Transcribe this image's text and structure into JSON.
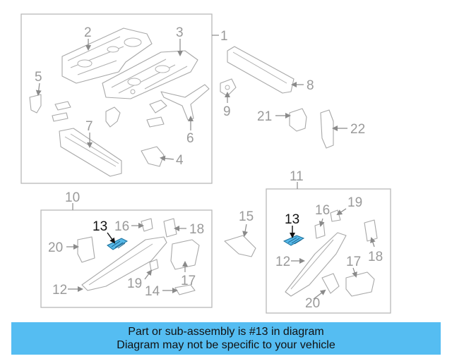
{
  "diagram": {
    "callouts": [
      {
        "id": "c1",
        "text": "1"
      },
      {
        "id": "c2",
        "text": "2"
      },
      {
        "id": "c3",
        "text": "3"
      },
      {
        "id": "c4",
        "text": "4"
      },
      {
        "id": "c5",
        "text": "5"
      },
      {
        "id": "c6",
        "text": "6"
      },
      {
        "id": "c7",
        "text": "7"
      },
      {
        "id": "c8",
        "text": "8"
      },
      {
        "id": "c9",
        "text": "9"
      },
      {
        "id": "c10",
        "text": "10"
      },
      {
        "id": "c11",
        "text": "11"
      },
      {
        "id": "c12a",
        "text": "12"
      },
      {
        "id": "c12b",
        "text": "12"
      },
      {
        "id": "c13a",
        "text": "13"
      },
      {
        "id": "c13b",
        "text": "13"
      },
      {
        "id": "c14",
        "text": "14"
      },
      {
        "id": "c15",
        "text": "15"
      },
      {
        "id": "c16a",
        "text": "16"
      },
      {
        "id": "c16b",
        "text": "16"
      },
      {
        "id": "c17a",
        "text": "17"
      },
      {
        "id": "c17b",
        "text": "17"
      },
      {
        "id": "c18a",
        "text": "18"
      },
      {
        "id": "c18b",
        "text": "18"
      },
      {
        "id": "c19a",
        "text": "19"
      },
      {
        "id": "c19b",
        "text": "19"
      },
      {
        "id": "c20a",
        "text": "20"
      },
      {
        "id": "c20b",
        "text": "20"
      },
      {
        "id": "c21",
        "text": "21"
      },
      {
        "id": "c22",
        "text": "22"
      }
    ],
    "highlighted_part": "13",
    "highlight_color": "#56b8e8"
  },
  "banner": {
    "line1": "Part or sub-assembly is #13 in diagram",
    "line2": "Diagram may not be specific to your vehicle",
    "background": "#55bdf2"
  }
}
